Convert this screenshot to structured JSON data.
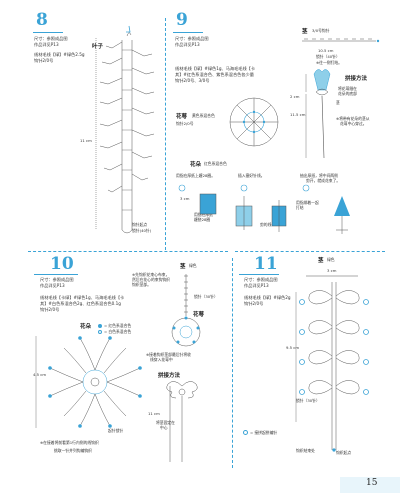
{
  "page_number": "15",
  "colors": {
    "accent": "#3aa3d6",
    "line": "#555555",
    "text": "#333333"
  },
  "sec8": {
    "number": "8",
    "l1": "尺寸：参照成品图",
    "l2": "作品详见P13",
    "l3": "线材毛线【绿】#绿色2.5g",
    "l4": "钩针2/0号",
    "leaf": "叶子",
    "size": "11 cm",
    "start": "钩针起点",
    "chain": "锁针(40针)"
  },
  "sec9": {
    "number": "9",
    "l1": "尺寸：参照成品图",
    "l2": "作品详见P13",
    "l3": "线材毛线【绿】#绿色1g、马海毛毛线【卡",
    "l4": "其】#红色系混合色、紫色系混合色各少量",
    "l5": "钩针2/0号、3/0号",
    "flower_center": "花萼",
    "fc_color": "黄色系混合色",
    "fc_hook": "钩针2/0号",
    "stem": "茎",
    "stem_hook": "3/0号钩针",
    "stem_size": "10.5 cm",
    "stem_chain": "锁针（40针）",
    "stem_note": "※往一侧钉结。",
    "method": "拼接方法",
    "m1": "将花萼缝在",
    "m2": "花朵的底部",
    "m3": "茎",
    "m4": "※将带有花朵的茎从",
    "m5": "花萼中心穿过。",
    "size_2": "2 cm",
    "size_11": "11.5 cm",
    "flower": "花朵",
    "flower_color": "红色系混合色",
    "step1": "用指在厚纸上缠28圈。",
    "step2": "插入塞好针线。",
    "step3": "抽出厚纸，将中间两侧",
    "step3b": "剪开，就成花束了。",
    "size_3": "3 cm",
    "wind": "用指在厚纸",
    "wind2": "缠绕28圈",
    "tie": "剪的线",
    "tie2": "用指绑着一起",
    "tie3": "打结"
  },
  "sec10": {
    "number": "10",
    "l1": "尺寸：参照成品图",
    "l2": "作品详见P13",
    "l3": "线材毛线【卡绿】#绿色1g、马海毛毛线【卡",
    "l4": "其】#白色系混合色2g、红色系混合色0.1g",
    "l5": "钩针2/0号",
    "flower": "花朵",
    "leg1": "= 红色系混合色",
    "leg2": "= 白色系混合色",
    "size_45": "4.5 cm",
    "start_chain": "起针锁针",
    "note1": "※在接着将前看第1行内侧的线钩织",
    "note2": "挑取一针并列钩编钩织",
    "stem": "茎",
    "stem_color": "绿色",
    "stem_note1": "※先钩织花束心布束，",
    "stem_note2": "然后在花心的束钩钩织",
    "stem_note3": "钩织茎部。",
    "stem_chain": "锁针（30针）",
    "flower_center": "花萼",
    "fc_note1": "※接着钩织茎部最后针将收",
    "fc_note2": "线穿入花萼中",
    "method": "拼接方法",
    "size_11": "11 cm",
    "method_note1": "将茎固定在",
    "method_note2": "中心"
  },
  "sec11": {
    "number": "11",
    "l1": "尺寸：参照成品图",
    "l2": "作品详见P13",
    "l3": "线材毛线【绿】#绿色2g",
    "l4": "钩针2/0号",
    "stem": "茎",
    "stem_color": "绿色",
    "size_3": "3 cm",
    "size_95": "9.5 cm",
    "chain": "锁针（30针）",
    "start": "钩织起点",
    "end": "钩织结束处",
    "legend": "= 接拼起拼编针"
  }
}
